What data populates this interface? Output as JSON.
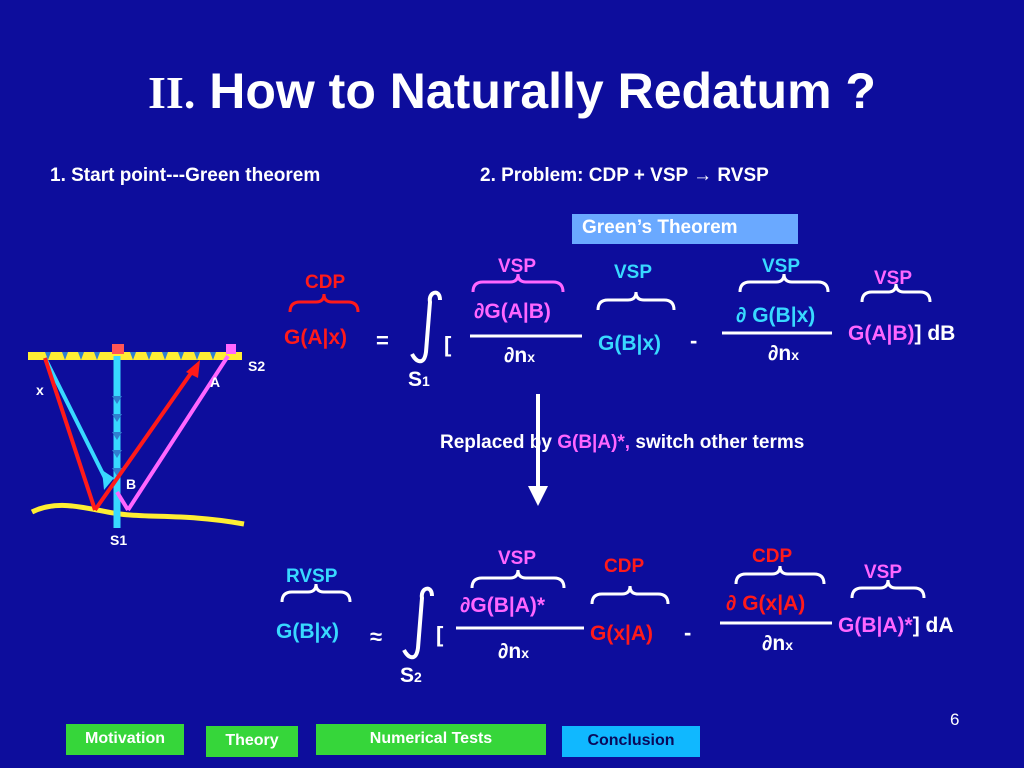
{
  "slide": {
    "title_roman": "II.",
    "title_text": "How to Naturally Redatum ?",
    "point1": "1. Start point---Green theorem",
    "point2": "2. Problem: CDP + VSP → RVSP",
    "badge": "Green’s Theorem",
    "page_number": "6"
  },
  "diagram": {
    "label_s2": "S2",
    "label_x": "x",
    "label_a": "A",
    "label_b": "B",
    "label_s1": "S1"
  },
  "eq1": {
    "brace_cdp": "CDP",
    "brace_vsp1": "VSP",
    "brace_vsp2": "VSP",
    "brace_vsp3": "VSP",
    "brace_vsp4": "VSP",
    "lhs": "G(A|x)",
    "equals": "=",
    "bracket_open": "[",
    "integral_sub_s": "S",
    "integral_sub_n": "1",
    "frac1_num": "∂G(A|B)",
    "frac1_den": "∂n",
    "frac1_den_sub": "x",
    "term_gbx": "G(B|x)",
    "minus": "-",
    "frac2_num": "∂ G(B|x)",
    "frac2_den": "∂n",
    "frac2_den_sub": "x",
    "term_gab": "G(A|B)",
    "tail": "] dB"
  },
  "note": {
    "prefix": "Replaced by ",
    "highlight": "G(B|A)*,",
    "suffix": " switch other terms"
  },
  "eq2": {
    "brace_rvsp": "RVSP",
    "brace_vsp1": "VSP",
    "brace_cdp1": "CDP",
    "brace_cdp2": "CDP",
    "brace_vsp2": "VSP",
    "lhs": "G(B|x)",
    "approx": "≈",
    "bracket_open": "[",
    "integral_sub_s": "S",
    "integral_sub_n": "2",
    "frac1_num": "∂G(B|A)*",
    "frac1_den": "∂n",
    "frac1_den_sub": "x",
    "term_gxa": "G(x|A)",
    "minus": "-",
    "frac2_num": "∂ G(x|A)",
    "frac2_den": "∂n",
    "frac2_den_sub": "x",
    "term_gba": "G(B|A)*",
    "tail": "] dA"
  },
  "nav": {
    "motivation": "Motivation",
    "theory": "Theory",
    "numerical_tests": "Numerical Tests",
    "conclusion": "Conclusion"
  },
  "colors": {
    "background": "#0d0d9c",
    "red": "#ff1a1a",
    "cyan": "#38d9ff",
    "pink": "#ff66ff",
    "yellow": "#ffee33",
    "nav_green": "#36d63a",
    "nav_blue": "#10b8ff",
    "badge": "#6aa9ff"
  }
}
